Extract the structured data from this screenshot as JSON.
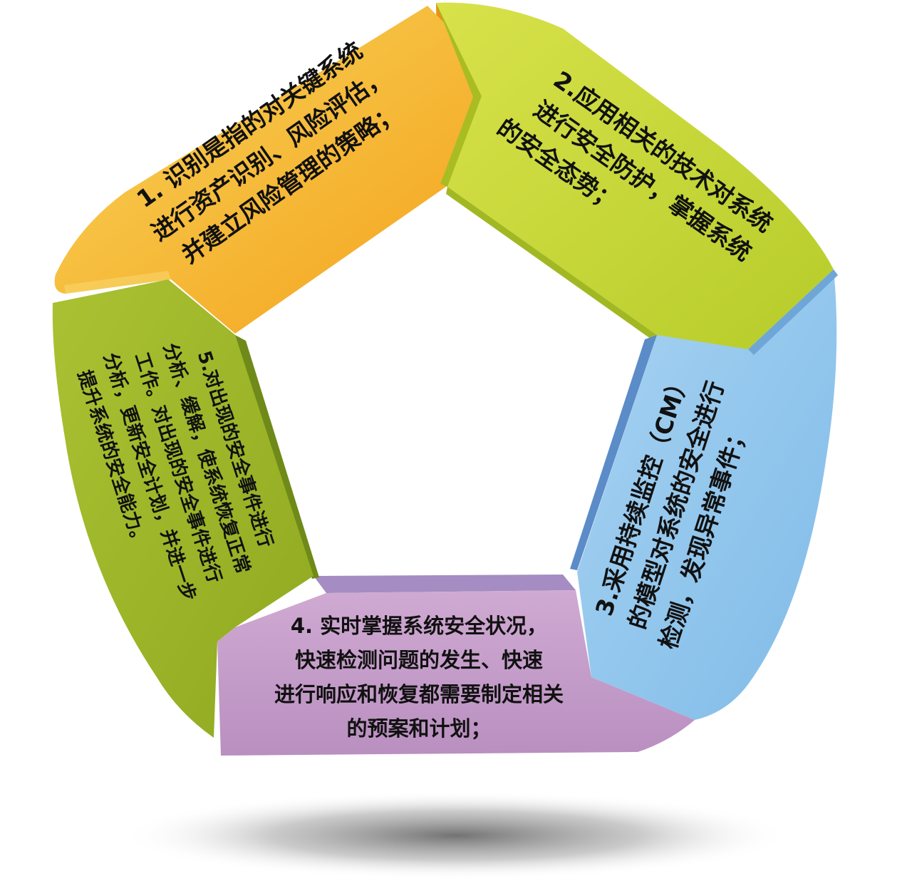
{
  "cycle": {
    "segments": [
      {
        "id": "identify",
        "color": "#f6b62a",
        "lines": [
          "1. 识别是指的对关键系统",
          "进行资产识别、风险评估，",
          "并建立风险管理的策略；"
        ]
      },
      {
        "id": "protect",
        "color": "#bccf2b",
        "lines": [
          "2.应用相关的技术对系统",
          "进行安全防护，掌握系统",
          "的安全态势；"
        ]
      },
      {
        "id": "detect",
        "color": "#88c1ea",
        "lines": [
          "3.采用持续监控（CM）",
          "的模型对系统的安全进行",
          "检测，发现异常事件；"
        ]
      },
      {
        "id": "respond",
        "color": "#c39ac6",
        "lines": [
          "4. 实时掌握系统安全状况，",
          "快速检测问题的发生、快速",
          "进行响应和恢复都需要制定相关",
          "的预案和计划；"
        ]
      },
      {
        "id": "recover",
        "color": "#9fb526",
        "lines": [
          "5.对出现的安全事件进行",
          "分析、缓解，使系统恢复正常",
          "工作。对出现的安全事件进行",
          "分析，更新安全计划，并进一步",
          "提升系统的安全能力。"
        ]
      }
    ]
  }
}
